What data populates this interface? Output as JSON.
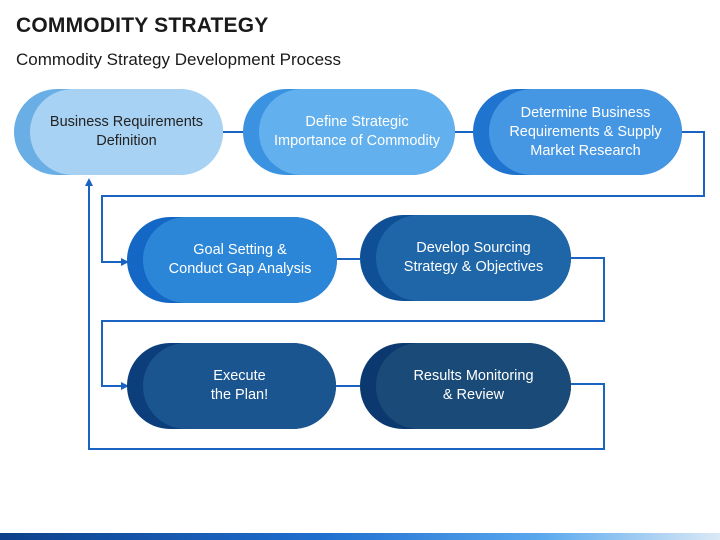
{
  "title": "COMMODITY STRATEGY",
  "subtitle": "Commodity Strategy Development Process",
  "steps": [
    {
      "label": "Business Requirements\nDefinition",
      "back": "#6aaee6",
      "front": "#a8d2f3",
      "text": "#222222"
    },
    {
      "label": "Define Strategic\nImportance of Commodity",
      "back": "#3a92e0",
      "front": "#62b0ee",
      "text": "#ffffff"
    },
    {
      "label": "Determine Business\nRequirements & Supply\nMarket Research",
      "back": "#1f74cf",
      "front": "#4596e3",
      "text": "#ffffff"
    },
    {
      "label": "Goal Setting &\nConduct Gap Analysis",
      "back": "#1467c4",
      "front": "#2c86d8",
      "text": "#ffffff"
    },
    {
      "label": "Develop Sourcing\nStrategy & Objectives",
      "back": "#0f4f95",
      "front": "#1e66a8",
      "text": "#ffffff"
    },
    {
      "label": "Execute\nthe Plan!",
      "back": "#0c3e7c",
      "front": "#1a5590",
      "text": "#ffffff"
    },
    {
      "label": "Results Monitoring\n& Review",
      "back": "#0b396f",
      "front": "#1a4b78",
      "text": "#ffffff"
    }
  ],
  "colors": {
    "connector": "#1a63c0"
  }
}
